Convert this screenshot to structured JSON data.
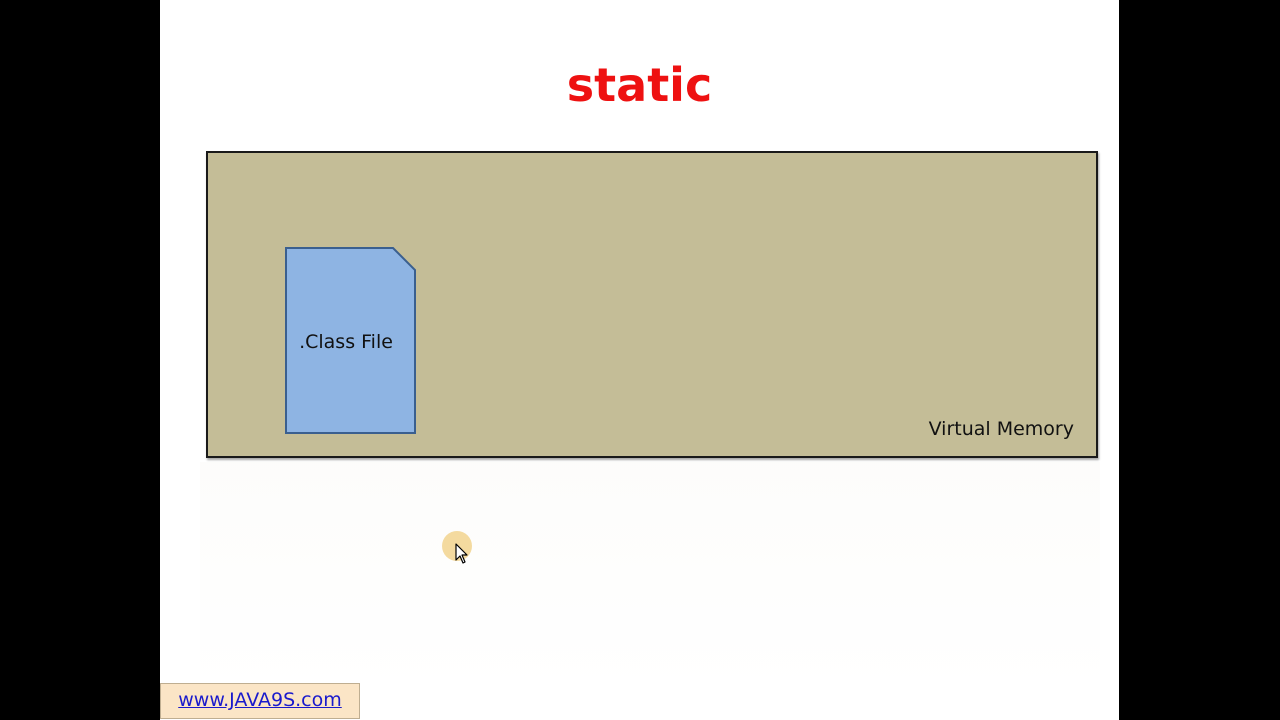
{
  "slide": {
    "title": "static",
    "title_color": "#ee1111"
  },
  "diagram": {
    "container_label": "Virtual Memory",
    "container_color": "#c4bd97",
    "file_label": ".Class File",
    "file_color": "#8eb4e3"
  },
  "footer": {
    "link_text": "www.JAVA9S.com"
  },
  "cursor": {
    "icon": "mouse-pointer-icon"
  }
}
